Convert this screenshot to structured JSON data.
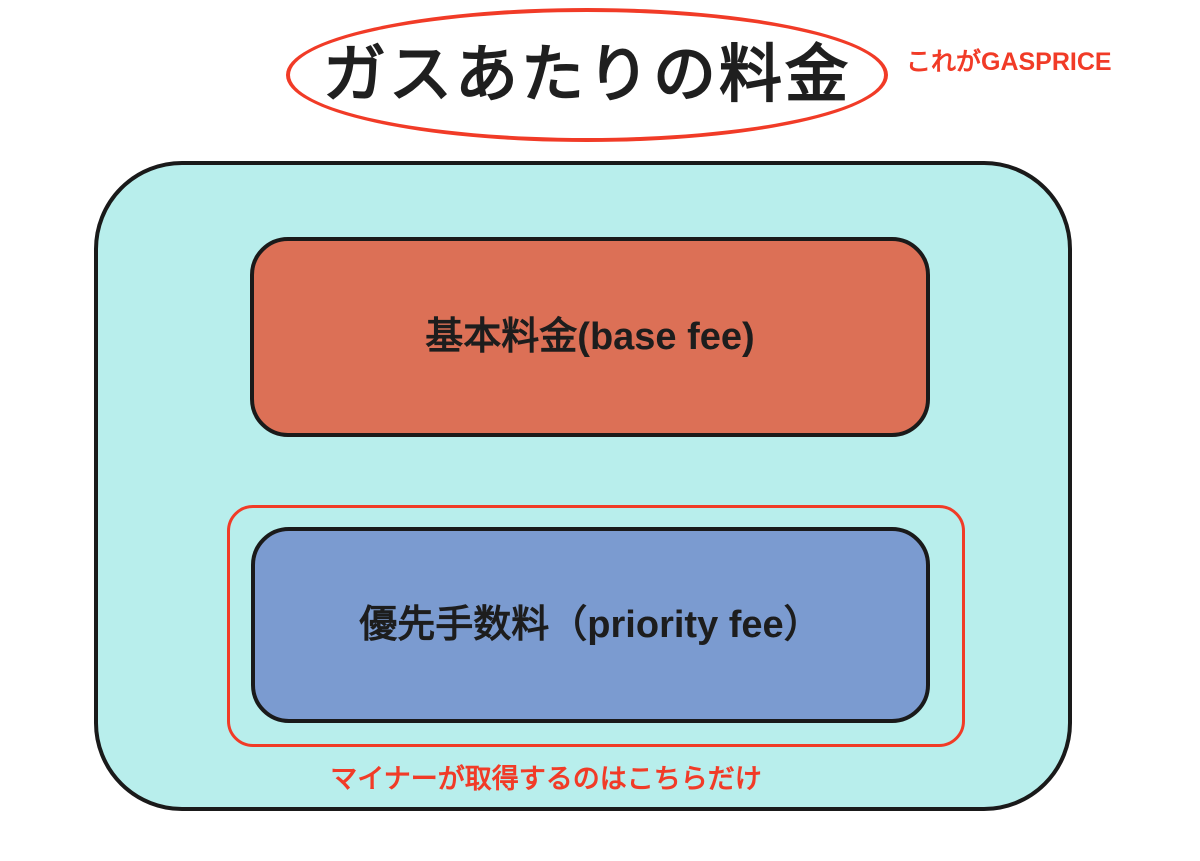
{
  "title": {
    "text": "ガスあたりの料金",
    "annotation": "これがGASPRICE"
  },
  "diagram": {
    "container": {
      "fill": "#b8eeec",
      "border": "#1a1a1a"
    },
    "base_fee_box": {
      "label": "基本料金(base fee)",
      "fill": "#dc7056",
      "border": "#1a1a1a"
    },
    "priority_fee_box": {
      "label": "優先手数料（priority fee）",
      "fill": "#7b9bd0",
      "border": "#1a1a1a"
    },
    "highlight": {
      "color": "#f13b27",
      "note": "マイナーが取得するのはこちらだけ"
    }
  },
  "colors": {
    "accent_red": "#f13b27",
    "text_black": "#1d1d1d",
    "background": "#ffffff"
  }
}
